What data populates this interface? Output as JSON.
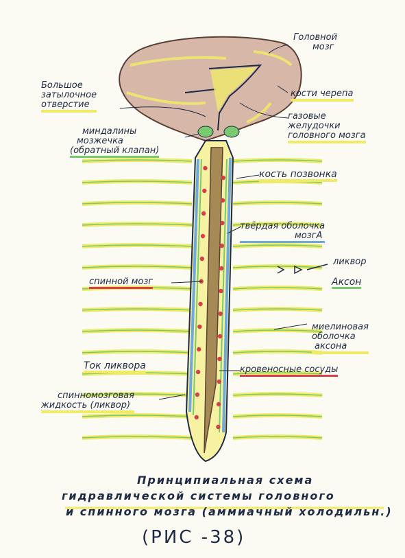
{
  "labels": {
    "brain": [
      "Головной",
      "мозг"
    ],
    "skull": "кости черепа",
    "foramen": [
      "Большое",
      "затылочное",
      "отверстие"
    ],
    "ventricles": [
      "газовые",
      "желудочки",
      "головного мозга"
    ],
    "tonsils": [
      "миндалины",
      "мозжечка",
      "(обратный клапан)"
    ],
    "vertebra": "кость позвонка",
    "dura": [
      "твёрдая оболочка",
      "мозгА"
    ],
    "liquor": "ликвор",
    "axon": "Аксон",
    "spinal_cord": "спинной мозг",
    "myelin": [
      "миелиновая",
      "оболочка",
      "аксона"
    ],
    "csf_flow": "Ток ликвора",
    "vessels": "кровеносные сосуды",
    "csf": [
      "спинномозговая",
      "жидкость (ликвор)"
    ]
  },
  "title": [
    "Принципиальная схема",
    "гидравлической системы головного",
    "и спинного мозга (аммиачный холодильн.)"
  ],
  "caption": "(РИС -38)",
  "colors": {
    "brain": "#d7b8a8",
    "yellow": "#f0ea6a",
    "green": "#7bc96f",
    "blue": "#6fa8dc",
    "red": "#d7404a",
    "cord": "#a58a55",
    "ink": "#1f2a44"
  }
}
